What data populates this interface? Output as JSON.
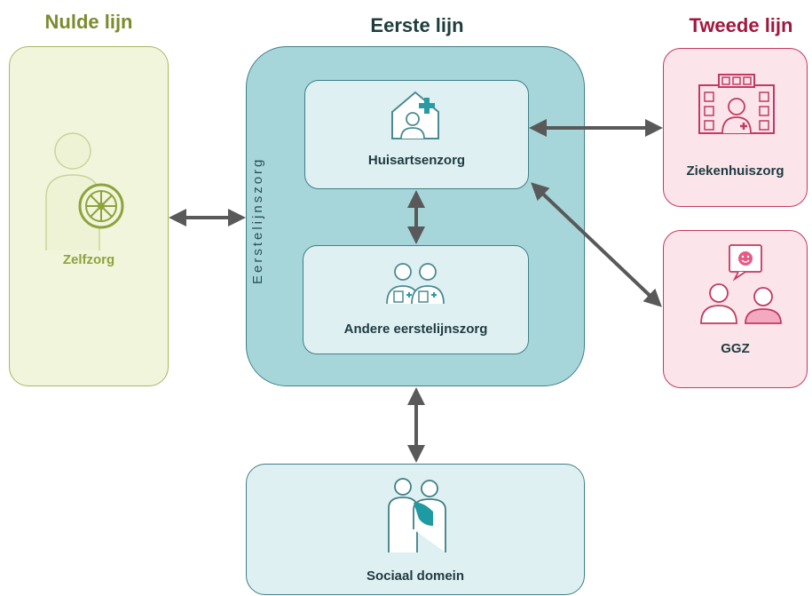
{
  "headings": {
    "nulde": "Nulde lijn",
    "eerste": "Eerste lijn",
    "tweede": "Tweede lijn"
  },
  "nodes": {
    "zelfzorg": "Zelfzorg",
    "eerstelijnszorg": "Eerstelijnszorg",
    "huisartsenzorg": "Huisartsenzorg",
    "andere": "Andere eerstelijnszorg",
    "ziekenhuiszorg": "Ziekenhuiszorg",
    "ggz": "GGZ",
    "sociaal": "Sociaal domein"
  },
  "colors": {
    "nulde_heading": "#7a8c2e",
    "eerste_heading": "#1f3d3d",
    "tweede_heading": "#a3173f",
    "zelfzorg_fill": "#f1f5dc",
    "zelfzorg_stroke": "#a8b860",
    "zelfzorg_label": "#8ea33c",
    "eerste_outer_fill": "#a6d6da",
    "eerste_stroke": "#3f7f87",
    "eerste_inner_fill": "#dff0f2",
    "tweede_fill": "#fbe4ea",
    "tweede_stroke": "#c23a62",
    "dark_label": "#1e3b40",
    "arrow": "#595959"
  },
  "icons": {
    "zelfzorg": "person-with-wheel-icon",
    "huisartsenzorg": "house-doctor-icon",
    "andere": "two-caregivers-icon",
    "ziekenhuiszorg": "hospital-building-icon",
    "ggz": "conversation-icon",
    "sociaal": "supporting-people-icon"
  }
}
